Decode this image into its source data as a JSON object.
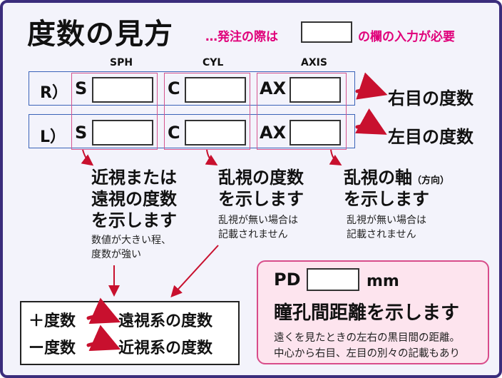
{
  "title": "度数の見方",
  "note": {
    "prefix": "…発注の際は",
    "suffix": "の欄の入力が必要"
  },
  "columns": {
    "sph": "SPH",
    "cyl": "CYL",
    "axis": "AXIS"
  },
  "rows": {
    "right": {
      "eye": "R）",
      "s": "S",
      "c": "C",
      "ax": "AX",
      "label": "右目の度数"
    },
    "left": {
      "eye": "L）",
      "s": "S",
      "c": "C",
      "ax": "AX",
      "label": "左目の度数"
    }
  },
  "descriptions": {
    "sph": {
      "line1": "近視または",
      "line2": "遠視の度数",
      "line3": "を示します",
      "sub1": "数値が大きい程、",
      "sub2": "度数が強い"
    },
    "cyl": {
      "line1": "乱視の度数",
      "line2": "を示します",
      "sub1": "乱視が無い場合は",
      "sub2": "記載されません"
    },
    "axis": {
      "line1": "乱視の軸",
      "paren": "（方向）",
      "line2": "を示します",
      "sub1": "乱視が無い場合は",
      "sub2": "記載されません"
    }
  },
  "legend": {
    "plus_label": "＋度数",
    "plus_meaning": "遠視系の度数",
    "minus_label": "ー度数",
    "minus_meaning": "近視系の度数"
  },
  "pd": {
    "label": "PD",
    "unit": "mm",
    "headline": "瞳孔間距離を示します",
    "sub1": "遠くを見たときの左右の黒目間の距離。",
    "sub2": "中心から右目、左目の別々の記載もあり"
  },
  "colors": {
    "frame": "#3b2d7c",
    "accent": "#e0007a",
    "row_border": "#3a63b8",
    "segment_border": "#d6548f",
    "arrow": "#c8102e"
  }
}
